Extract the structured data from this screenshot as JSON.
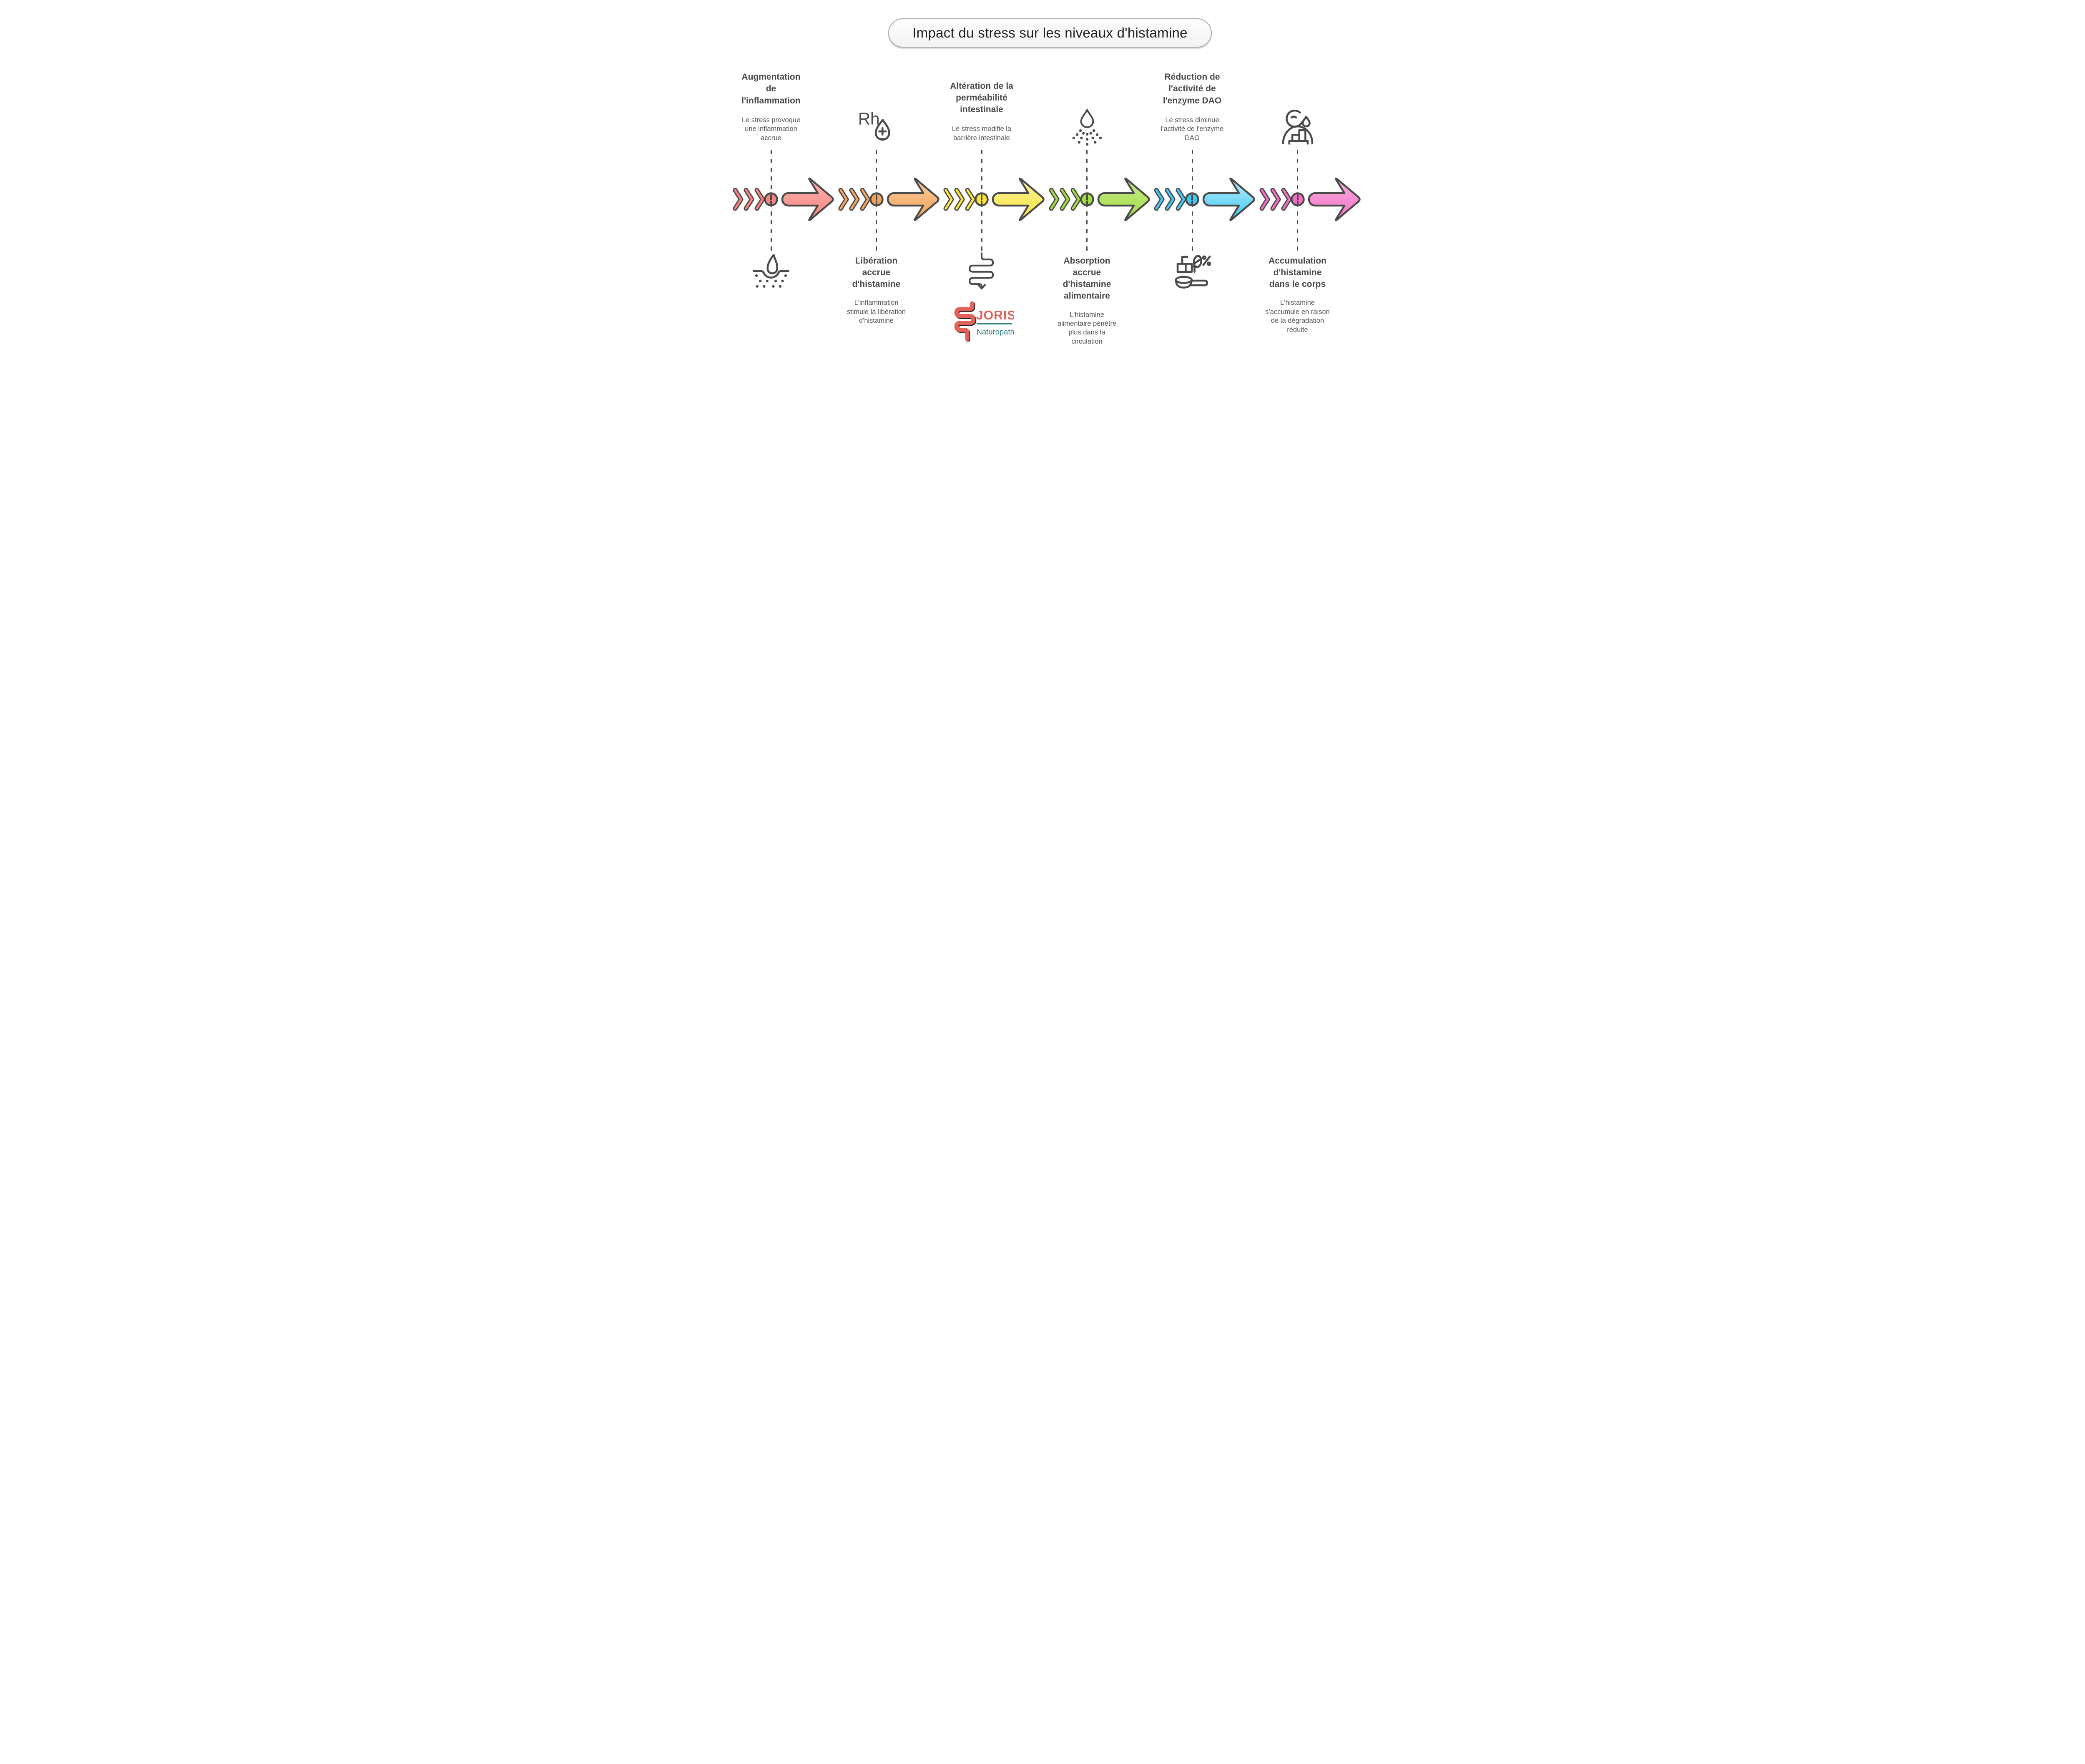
{
  "title": "Impact du stress sur les niveaux d'histamine",
  "colors": {
    "outline": "#4a4a4a",
    "heading_text": "#4a4a4a",
    "body_text": "#555555",
    "pill_border": "#a9a9a9",
    "dash_line": "#4a4a4a"
  },
  "logo": {
    "name": "JORIS",
    "subtitle": "Naturopathe",
    "accent_red": "#e0625b",
    "accent_teal": "#2f7f84",
    "icon": "intestine-logo-icon"
  },
  "steps": [
    {
      "title": "Augmentation\nde\nl'inflammation",
      "description": "Le stress provoque\nune inflammation\naccrue",
      "icon": "skin-inflammation-icon",
      "icon_position": "bottom",
      "colors": {
        "fill": "#f9837f",
        "tint": "#fbb5b1"
      }
    },
    {
      "title": "Libération\naccrue\nd'histamine",
      "description": "L'inflammation\nstimule la libération\nd'histamine",
      "icon": "rh-blood-drop-icon",
      "icon_position": "top",
      "colors": {
        "fill": "#f5a35a",
        "tint": "#f9cb9e"
      }
    },
    {
      "title": "Altération de la\nperméabilité\nintestinale",
      "description": "Le stress modifie la\nbarrière intestinale",
      "icon": "intestine-arrow-icon",
      "icon_position": "bottom",
      "colors": {
        "fill": "#f8e53a",
        "tint": "#fbf29e"
      }
    },
    {
      "title": "Absorption\naccrue\nd'histamine\nalimentaire",
      "description": "L'histamine\nalimentaire pénètre\nplus dans la\ncirculation",
      "icon": "droplet-spray-icon",
      "icon_position": "top",
      "colors": {
        "fill": "#a0db3f",
        "tint": "#c8ec8d"
      }
    },
    {
      "title": "Réduction de\nl'activité de\nl'enzyme DAO",
      "description": "Le stress diminue\nl'activité de l'enzyme\nDAO",
      "icon": "dao-dose-spoon-icon",
      "icon_position": "bottom",
      "colors": {
        "fill": "#41c9f4",
        "tint": "#b8ebfb"
      }
    },
    {
      "title": "Accumulation\nd'histamine\ndans le corps",
      "description": "L'histamine\ns'accumule en raison\nde la dégradation\nréduite",
      "icon": "person-sweat-icon",
      "icon_position": "top",
      "colors": {
        "fill": "#f26fc6",
        "tint": "#f9b0df"
      }
    }
  ]
}
